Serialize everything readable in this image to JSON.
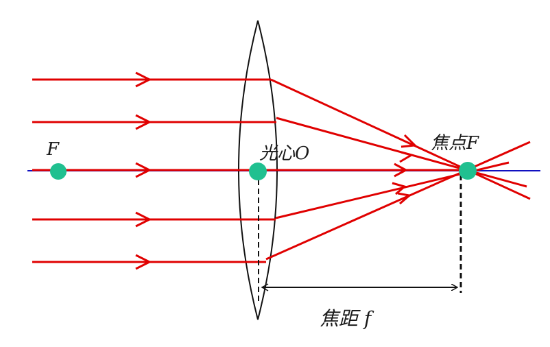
{
  "labels": {
    "left_focus": "F",
    "optical_center": "光心O",
    "focal_point": "焦点F",
    "focal_length": "焦距 f"
  },
  "colors": {
    "ray": "#e00000",
    "axis": "#1010c0",
    "point": "#20c090",
    "lens": "#111111"
  }
}
